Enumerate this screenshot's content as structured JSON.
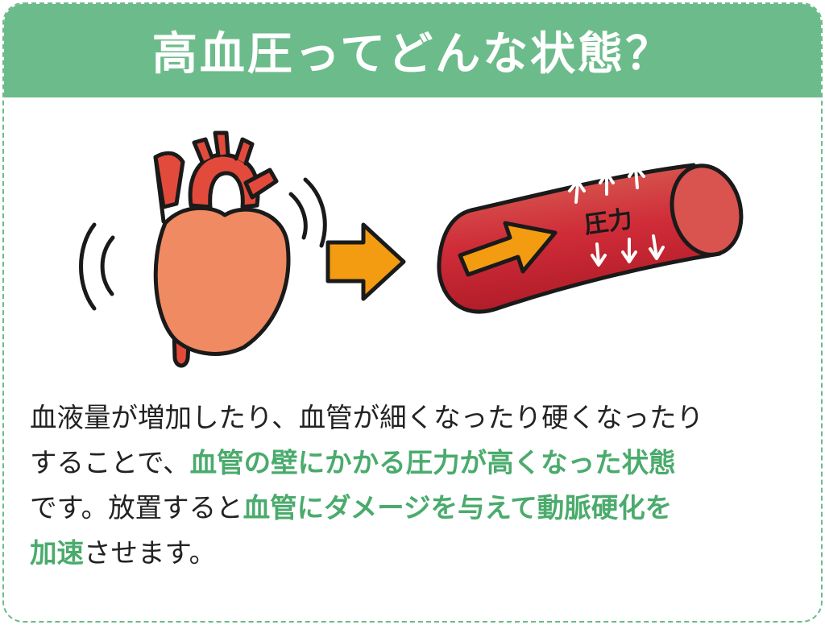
{
  "header": {
    "title": "高血圧ってどんな状態？"
  },
  "illustration": {
    "vessel_label": "圧力"
  },
  "body": {
    "line1": "血液量が増加したり、血管が細くなったり硬くなったり",
    "line2_plain": "することで、",
    "line2_highlight": "血管の壁にかかる圧力が高くなった状態",
    "line3_plain": "です。放置すると",
    "line3_highlight": "血管にダメージを与えて動脈硬化を",
    "line4_highlight": "加速",
    "line4_plain": "させます。"
  },
  "colors": {
    "header_bg": "#6cbb8a",
    "highlight_text": "#4aab6c",
    "heart_fill": "#ef8a62",
    "vessel_red": "#c9202f",
    "arrow_orange": "#f39c12"
  },
  "icons": [
    "heart-icon",
    "right-arrow-icon",
    "blood-vessel-icon",
    "pressure-arrows-icon"
  ]
}
